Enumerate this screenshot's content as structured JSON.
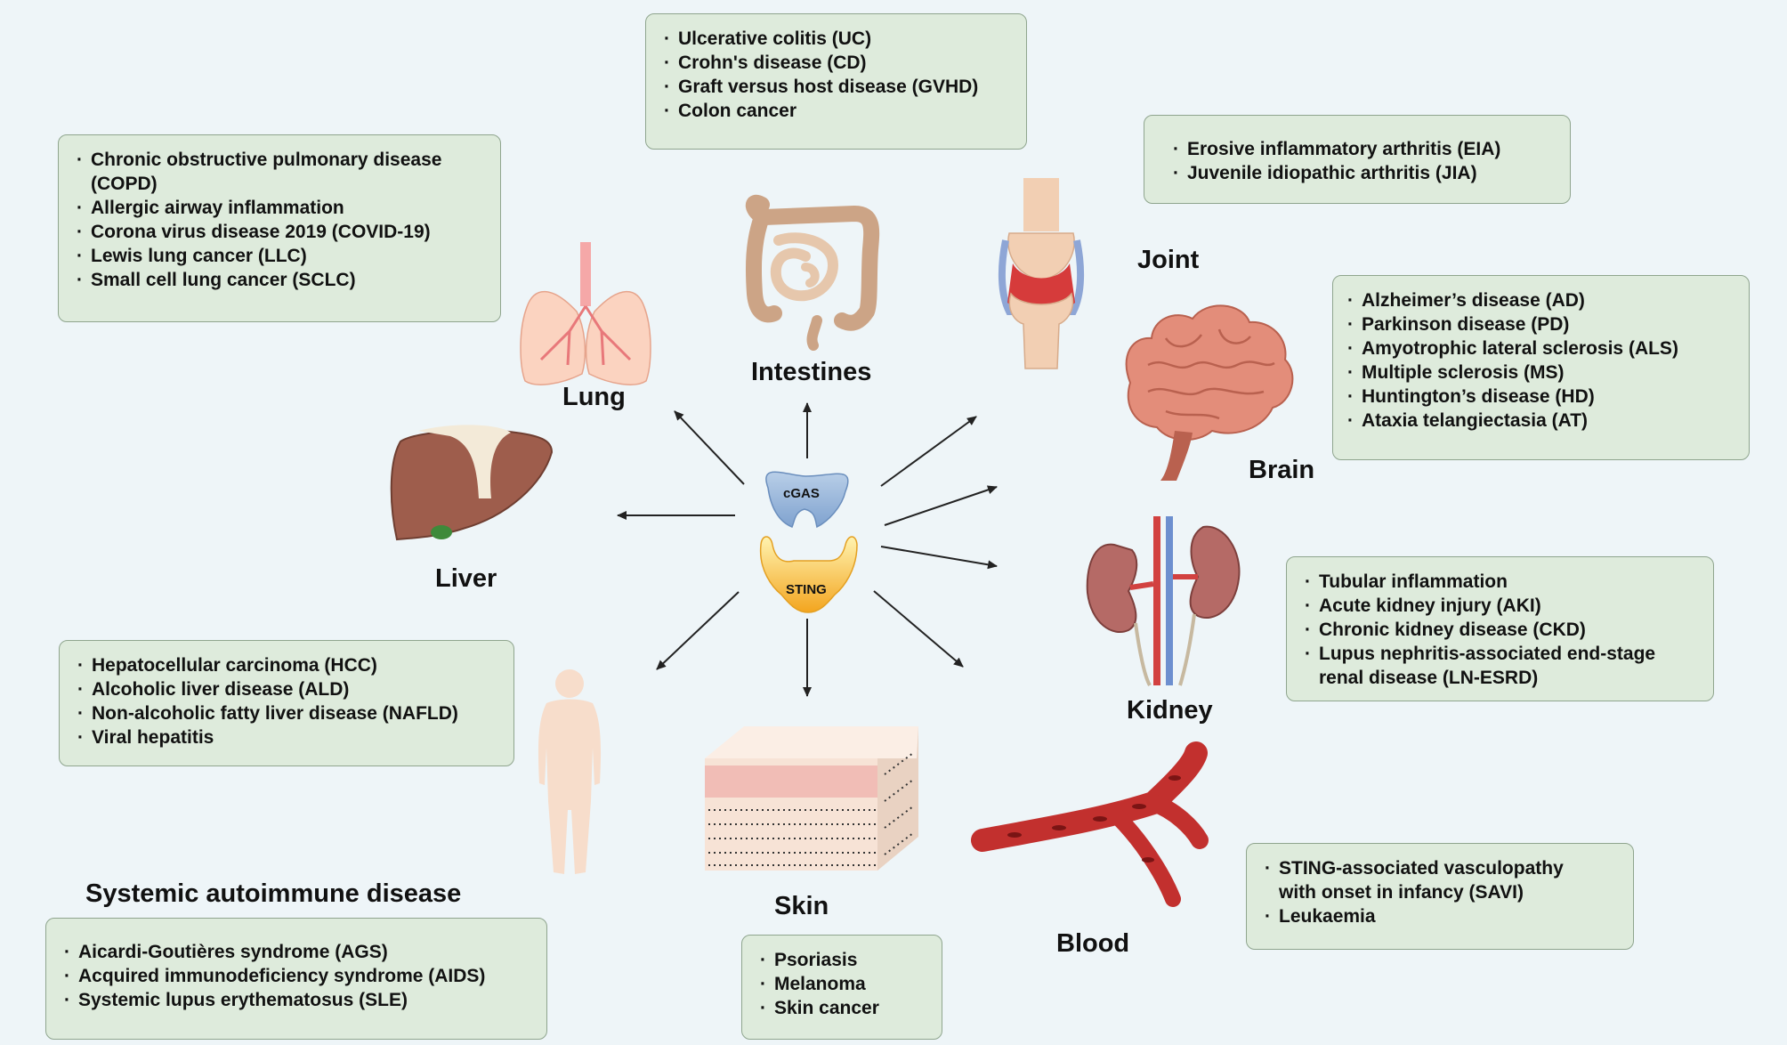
{
  "center": {
    "cgas": "cGAS",
    "sting": "STING"
  },
  "organs": {
    "lung": {
      "label": "Lung",
      "diseases": [
        "Chronic obstructive pulmonary disease",
        "(COPD)",
        "Allergic airway inflammation",
        "Corona virus disease 2019 (COVID-19)",
        "Lewis lung cancer (LLC)",
        "Small cell lung cancer (SCLC)"
      ]
    },
    "intestines": {
      "label": "Intestines",
      "diseases": [
        "Ulcerative colitis (UC)",
        "Crohn's disease (CD)",
        "Graft versus host disease (GVHD)",
        "Colon cancer"
      ]
    },
    "joint": {
      "label": "Joint",
      "diseases": [
        "Erosive inflammatory arthritis (EIA)",
        "Juvenile idiopathic arthritis (JIA)"
      ]
    },
    "brain": {
      "label": "Brain",
      "diseases": [
        "Alzheimer’s disease (AD)",
        "Parkinson disease (PD)",
        "Amyotrophic lateral sclerosis (ALS)",
        "Multiple sclerosis (MS)",
        "Huntington’s disease (HD)",
        "Ataxia telangiectasia (AT)"
      ]
    },
    "liver": {
      "label": "Liver",
      "diseases": [
        "Hepatocellular carcinoma (HCC)",
        "Alcoholic liver disease (ALD)",
        "Non-alcoholic fatty liver disease (NAFLD)",
        "Viral hepatitis"
      ]
    },
    "kidney": {
      "label": "Kidney",
      "diseases": [
        "Tubular inflammation",
        "Acute kidney injury (AKI)",
        "Chronic kidney disease (CKD)",
        "Lupus nephritis-associated end-stage",
        "renal  disease (LN-ESRD)"
      ]
    },
    "systemic": {
      "label": "Systemic autoimmune disease",
      "diseases": [
        "Aicardi-Goutières syndrome (AGS)",
        "Acquired immunodeficiency syndrome (AIDS)",
        "Systemic lupus erythematosus (SLE)"
      ]
    },
    "skin": {
      "label": "Skin",
      "diseases": [
        "Psoriasis",
        "Melanoma",
        "Skin cancer"
      ]
    },
    "blood": {
      "label": "Blood",
      "diseases": [
        "STING-associated vasculopathy",
        "with onset in infancy (SAVI)",
        "Leukaemia"
      ]
    }
  },
  "colors": {
    "background": "#eef5f8",
    "box_fill": "#deebdc",
    "box_border": "#8fa58e",
    "cgas": "#8fb0d8",
    "sting": "#f5b938"
  }
}
